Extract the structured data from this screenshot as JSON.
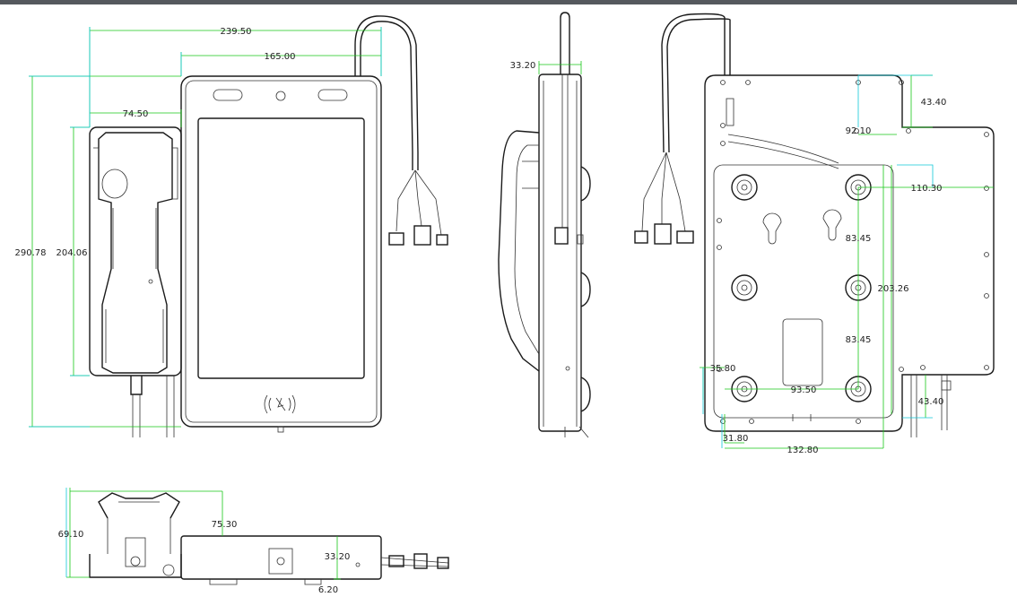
{
  "colors": {
    "top_bar": "#55595e",
    "outline": "#1a1a1a",
    "dimension_green": "#19c819",
    "dimension_cyan": "#10c8d8"
  },
  "views": {
    "front": {
      "width_total": "239.50",
      "width_body": "165.00",
      "width_handset": "74.50",
      "height_total": "290.78",
      "height_handset": "204.06"
    },
    "side": {
      "depth": "33.20"
    },
    "back": {
      "dim_43_40_top": "43.40",
      "dim_92_10": "92.10",
      "dim_110_30": "110.30",
      "dim_83_45_upper": "83.45",
      "dim_203_26": "203.26",
      "dim_83_45_lower": "83.45",
      "dim_35_80": "35.80",
      "dim_93_50": "93.50",
      "dim_43_40_bottom": "43.40",
      "dim_31_80": "31.80",
      "dim_132_80": "132.80"
    },
    "bottom": {
      "dim_69_10": "69.10",
      "dim_75_30": "75.30",
      "dim_33_20": "33.20",
      "dim_6_20": "6.20"
    }
  }
}
